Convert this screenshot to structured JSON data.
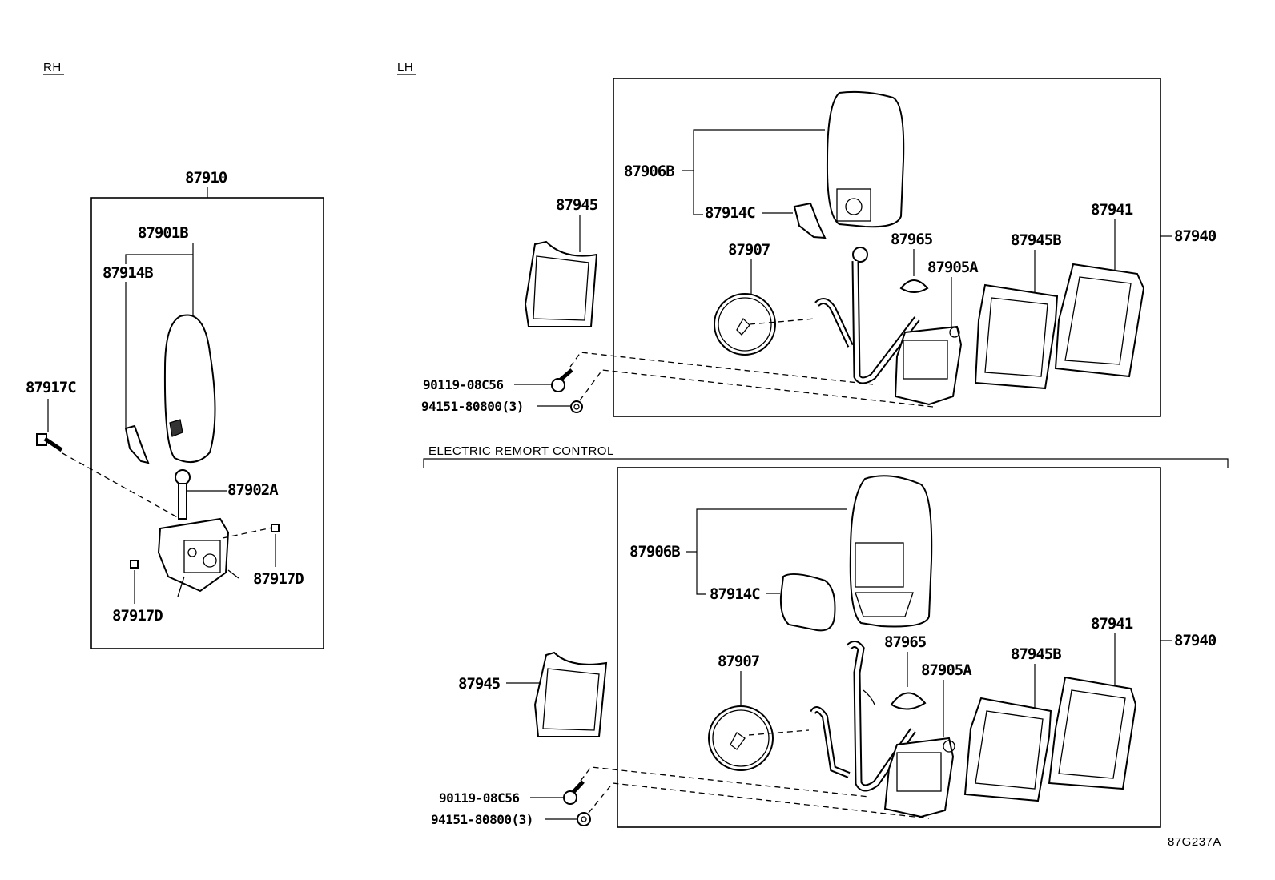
{
  "sections": {
    "rh_label": "RH",
    "lh_label": "LH",
    "electric_label": "ELECTRIC REMORT CONTROL",
    "diagram_code": "87G237A"
  },
  "rh": {
    "assembly": "87910",
    "mirror": "87901B",
    "cover": "87914B",
    "actuator": "87902A",
    "screw": "87917C",
    "nut_left": "87917D",
    "nut_right": "87917D"
  },
  "lh_upper": {
    "assembly": "87940",
    "outer_mirror": "87906B",
    "cover": "87914C",
    "sub_mirror": "87907",
    "cap": "87965",
    "stay": "87905A",
    "cover_outer": "87945B",
    "gasket": "87941",
    "bracket_cover": "87945",
    "bolt": "90119-08C56",
    "nut": "94151-80800(3)"
  },
  "lh_lower": {
    "assembly": "87940",
    "outer_mirror": "87906B",
    "cover": "87914C",
    "sub_mirror": "87907",
    "cap": "87965",
    "stay": "87905A",
    "cover_outer": "87945B",
    "gasket": "87941",
    "bracket_cover": "87945",
    "bolt": "90119-08C56",
    "nut": "94151-80800(3)"
  }
}
